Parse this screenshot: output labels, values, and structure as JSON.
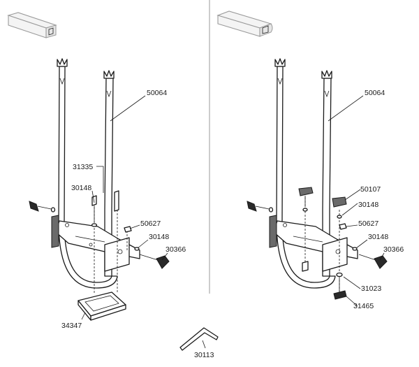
{
  "left_panel": {
    "labels": {
      "arm": "50064",
      "bolt": "31335",
      "bolt_washer": "30148",
      "nut": "50627",
      "washer": "30148",
      "knob": "30366",
      "base_plate": "34347"
    }
  },
  "right_panel": {
    "labels": {
      "arm": "50064",
      "star_knob": "50107",
      "knob_washer": "30148",
      "nut": "50627",
      "washer": "30148",
      "knob": "30366",
      "lower_washer": "31023",
      "t_bolt": "31465"
    }
  },
  "bottom": {
    "hex_key": "30113"
  },
  "icons": [
    "square-rail-icon",
    "aero-rail-icon",
    "hex-key-icon"
  ]
}
